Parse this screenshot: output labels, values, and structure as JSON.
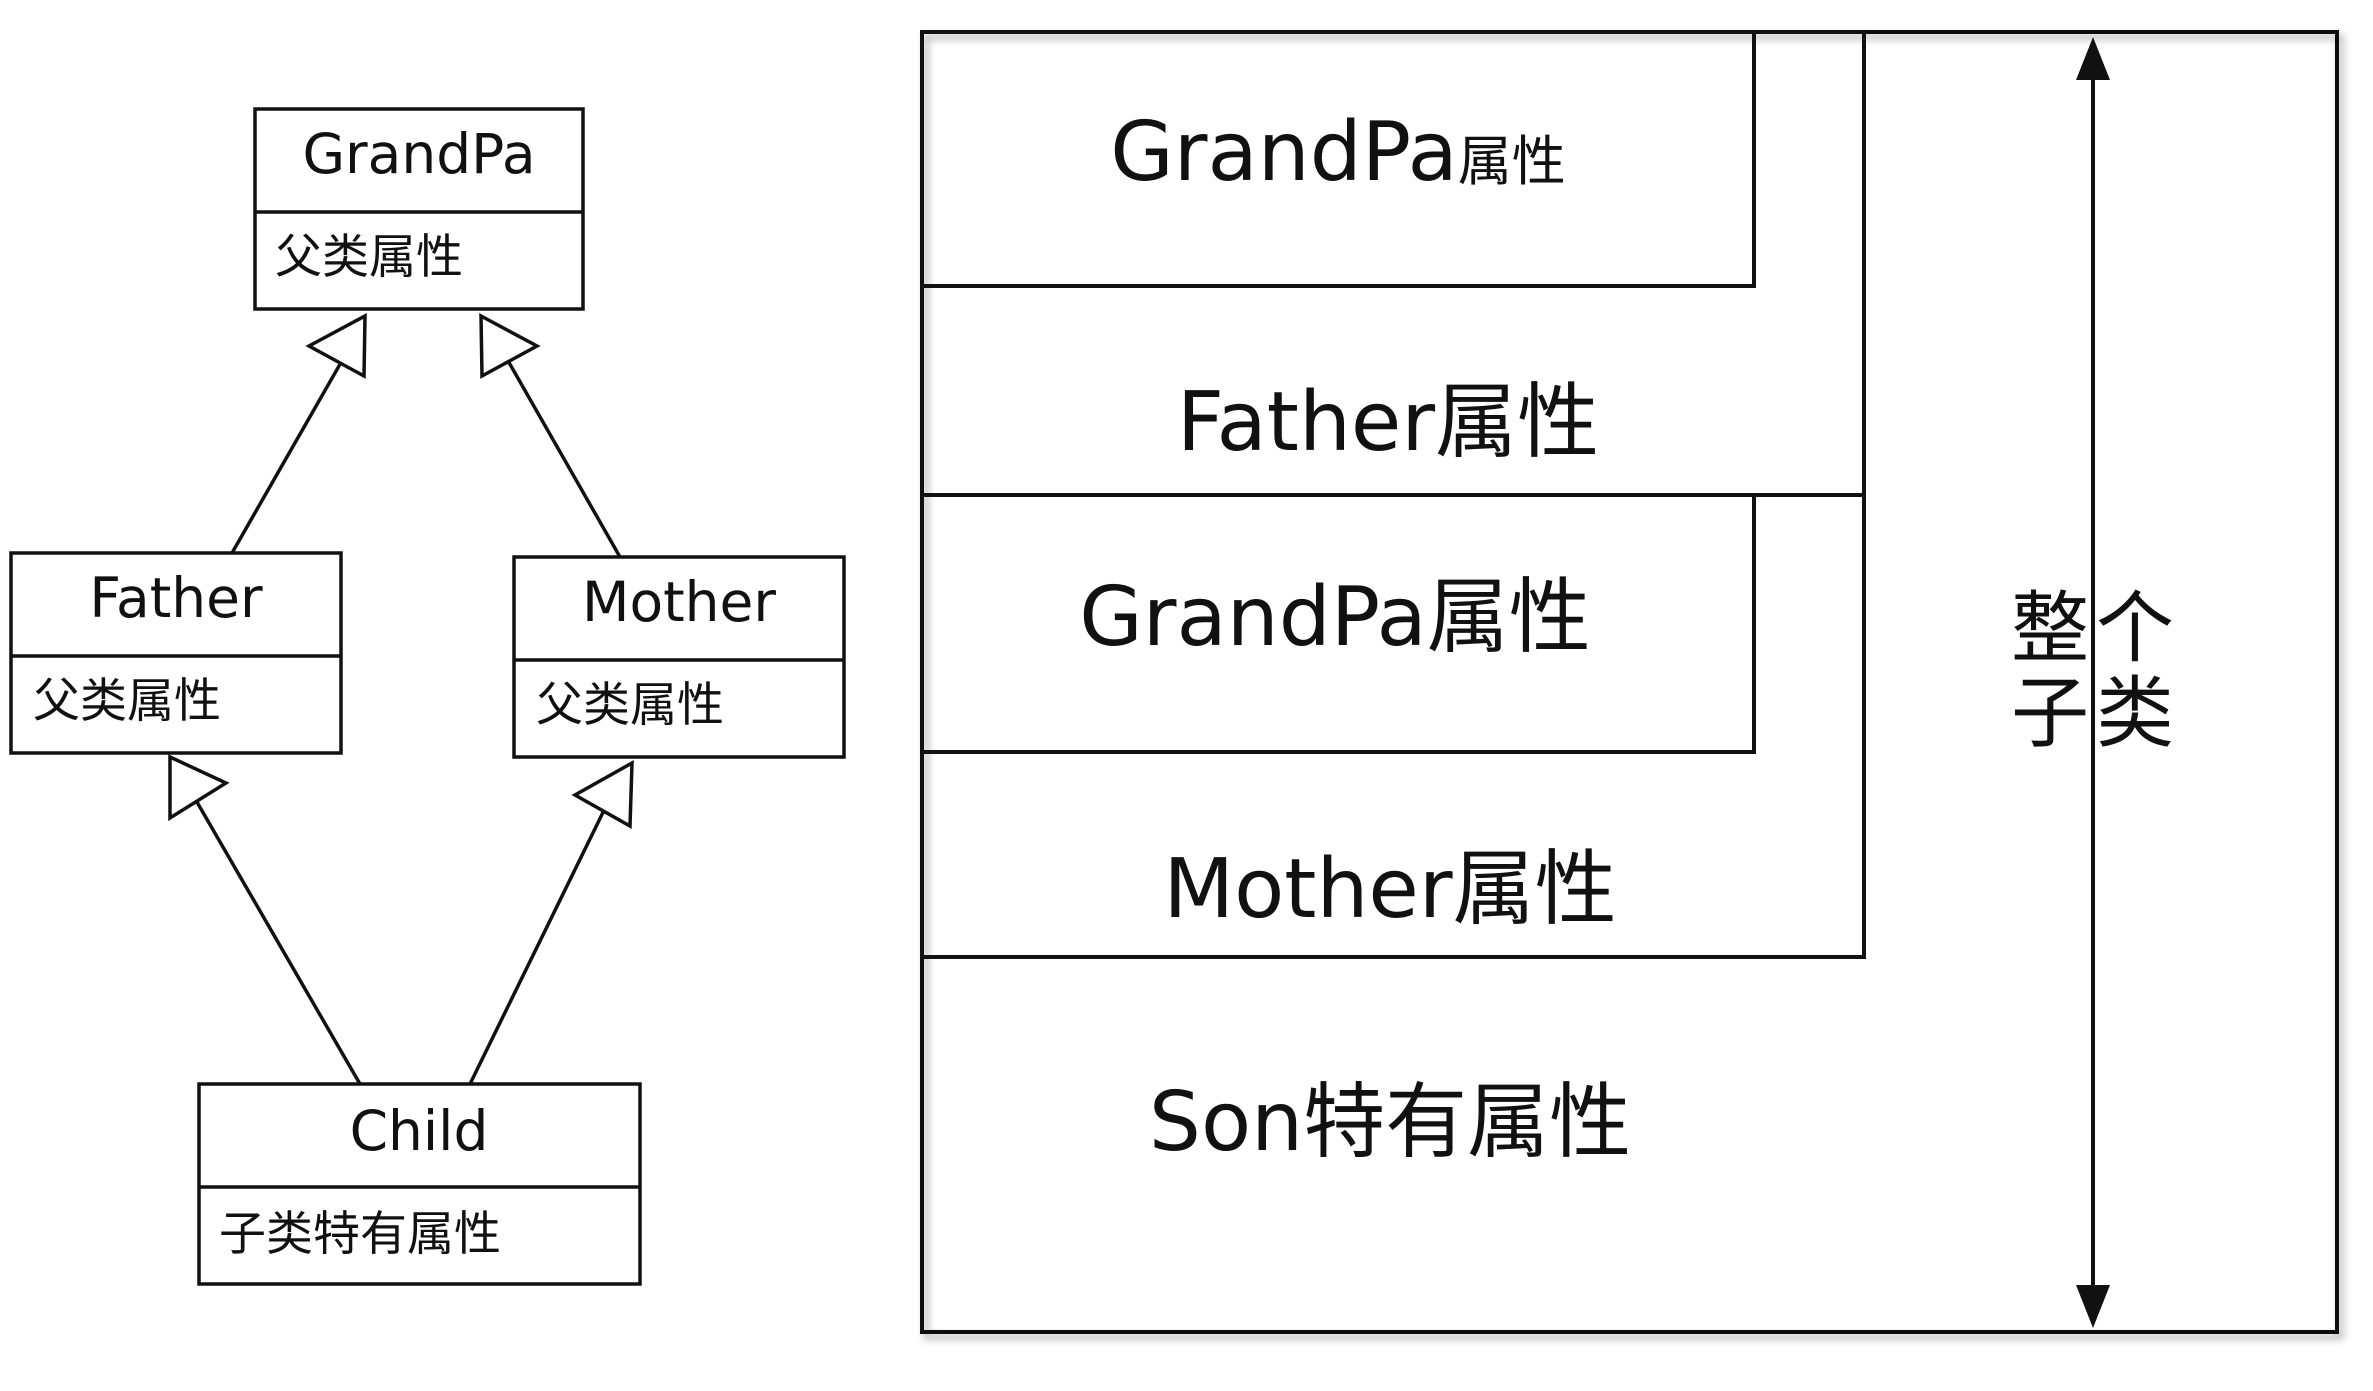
{
  "uml": {
    "grandpa": {
      "name": "GrandPa",
      "attr": "父类属性"
    },
    "father": {
      "name": "Father",
      "attr": "父类属性"
    },
    "mother": {
      "name": "Mother",
      "attr": "父类属性"
    },
    "child": {
      "name": "Child",
      "attr": "子类特有属性"
    }
  },
  "layout_blocks": {
    "grandpa1": {
      "name": "GrandPa",
      "suffix": "属性"
    },
    "father": "Father属性",
    "grandpa2": "GrandPa属性",
    "mother": "Mother属性",
    "son": "Son特有属性"
  },
  "whole_class": {
    "col1_top": "个",
    "col1_bottom": "类",
    "col2_top": "整",
    "col2_bottom": "子"
  }
}
